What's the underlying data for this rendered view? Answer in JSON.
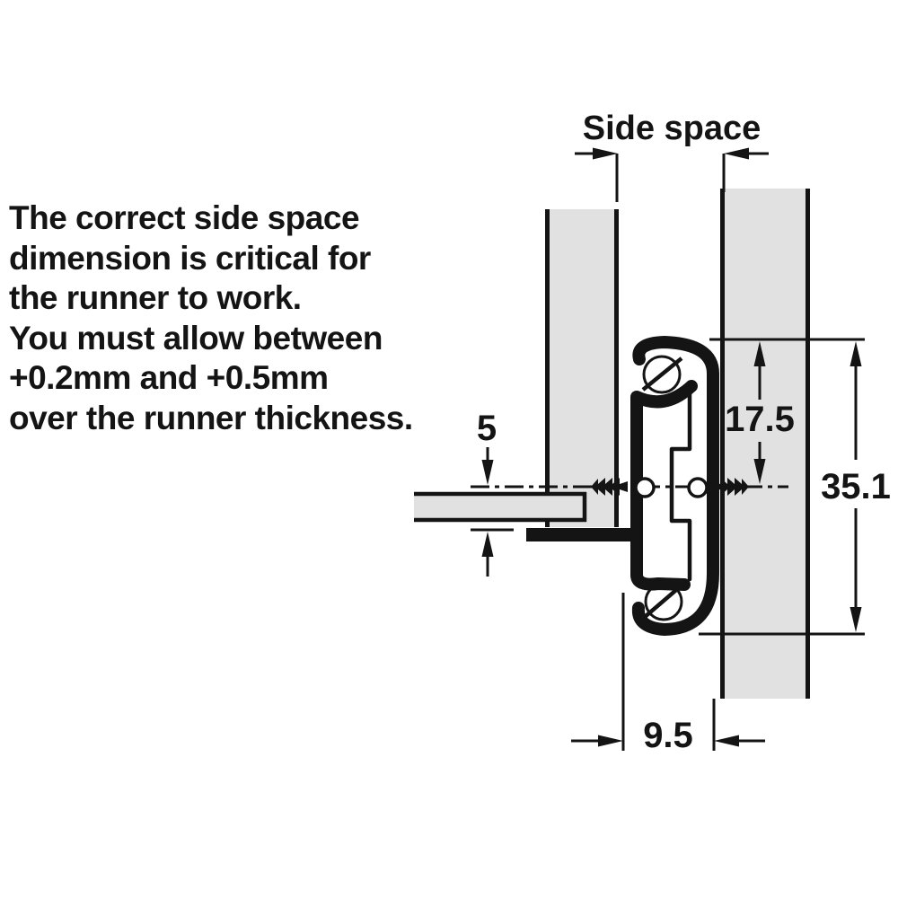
{
  "note": {
    "lines": [
      "The correct side space",
      "dimension is critical for",
      "the runner to work.",
      "You must allow between",
      "+0.2mm and +0.5mm",
      "over the runner thickness."
    ]
  },
  "dimensions": {
    "side_space_label": "Side space",
    "panel_bottom_offset": "5",
    "center_to_top": "17.5",
    "overall_height": "35.1",
    "runner_thickness": "9.5"
  },
  "colors": {
    "panel_fill": "#e1e1e1",
    "line": "#141414",
    "background": "#ffffff"
  }
}
